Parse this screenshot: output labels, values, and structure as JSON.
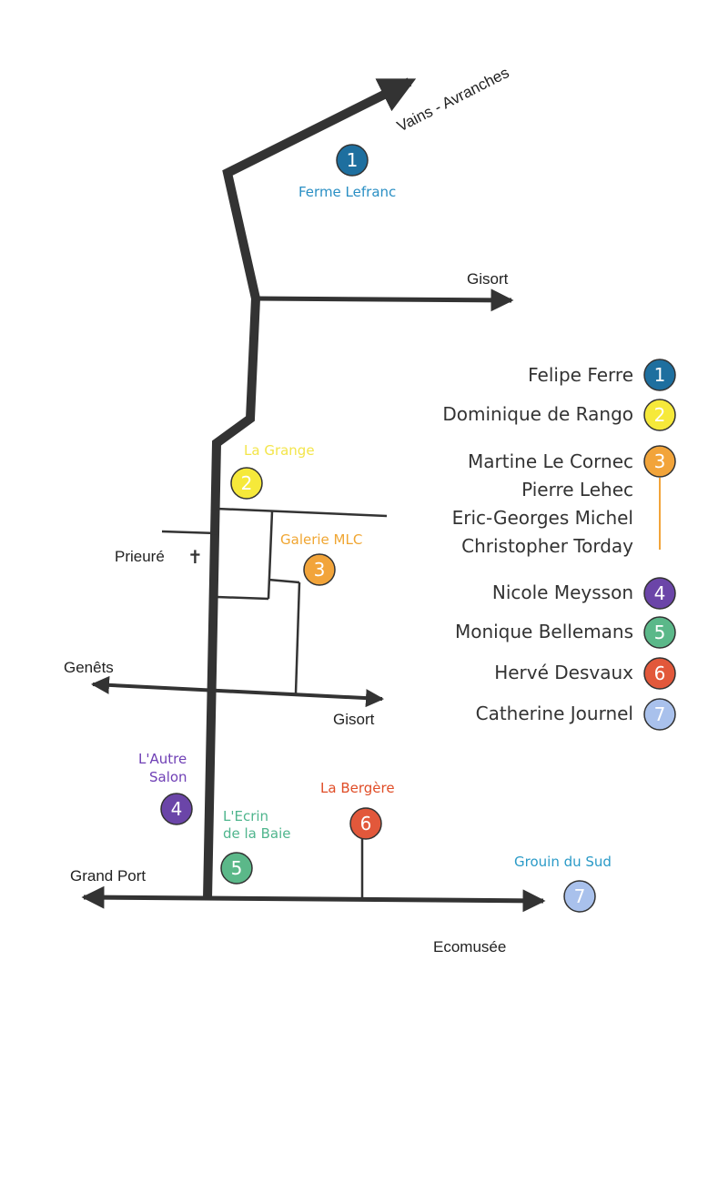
{
  "colors": {
    "road": "#333333",
    "c1": "#1e6f9f",
    "c2": "#f6e93a",
    "c3": "#f2a43a",
    "c4": "#6b45a8",
    "c5": "#5bb889",
    "c6": "#e2583b",
    "c7": "#a9c1ec",
    "t1": "#2a8fc4",
    "t2": "#f3e54a",
    "t3": "#f0a632",
    "t4": "#6f3fb5",
    "t5": "#4fb58d",
    "t6": "#e04d27",
    "t7": "#2a9ac7"
  },
  "roads": {
    "vains_avranches": "Vains - Avranches",
    "gisort_top": "Gisort",
    "gisort_mid": "Gisort",
    "genets": "Genêts",
    "grand_port": "Grand Port",
    "ecomusee": "Ecomusée",
    "prieure": "Prieuré"
  },
  "venues": {
    "v1": {
      "num": "1",
      "name": "Ferme Lefranc"
    },
    "v2": {
      "num": "2",
      "name": "La Grange"
    },
    "v3": {
      "num": "3",
      "name": "Galerie MLC"
    },
    "v4": {
      "num": "4",
      "line1": "L'Autre",
      "line2": "Salon"
    },
    "v5": {
      "num": "5",
      "line1": "L'Ecrin",
      "line2": "de la Baie"
    },
    "v6": {
      "num": "6",
      "name": "La Bergère"
    },
    "v7": {
      "num": "7",
      "name": "Grouin du Sud"
    }
  },
  "legend": [
    {
      "num": "1",
      "artists": [
        "Felipe Ferre"
      ]
    },
    {
      "num": "2",
      "artists": [
        "Dominique de Rango"
      ]
    },
    {
      "num": "3",
      "artists": [
        "Martine Le Cornec",
        "Pierre Lehec",
        "Eric-Georges Michel",
        "Christopher Torday"
      ]
    },
    {
      "num": "4",
      "artists": [
        "Nicole Meysson"
      ]
    },
    {
      "num": "5",
      "artists": [
        "Monique Bellemans"
      ]
    },
    {
      "num": "6",
      "artists": [
        "Hervé Desvaux"
      ]
    },
    {
      "num": "7",
      "artists": [
        "Catherine Journel"
      ]
    }
  ]
}
